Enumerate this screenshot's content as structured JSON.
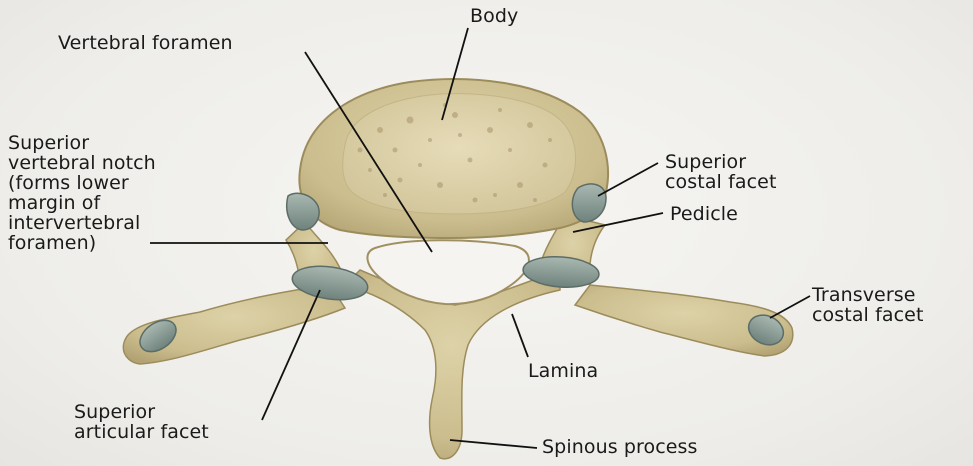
{
  "labels": {
    "body": "Body",
    "vertebral_foramen": "Vertebral foramen",
    "superior_vertebral_notch": "Superior\nvertebral notch\n(forms lower\nmargin of\nintervertebral\nforamen)",
    "superior_costal_facet": "Superior\ncostal facet",
    "pedicle": "Pedicle",
    "transverse_costal_facet": "Transverse\ncostal facet",
    "lamina": "Lamina",
    "superior_articular_facet": "Superior\narticular facet",
    "spinous_process": "Spinous process"
  },
  "colors": {
    "bone": "#cdbf91",
    "bone_light": "#e2d8b4",
    "bone_shadow": "#a89868",
    "cancellous": "#d9cfa9",
    "facet": "#8fa29c",
    "leader": "#111111"
  }
}
